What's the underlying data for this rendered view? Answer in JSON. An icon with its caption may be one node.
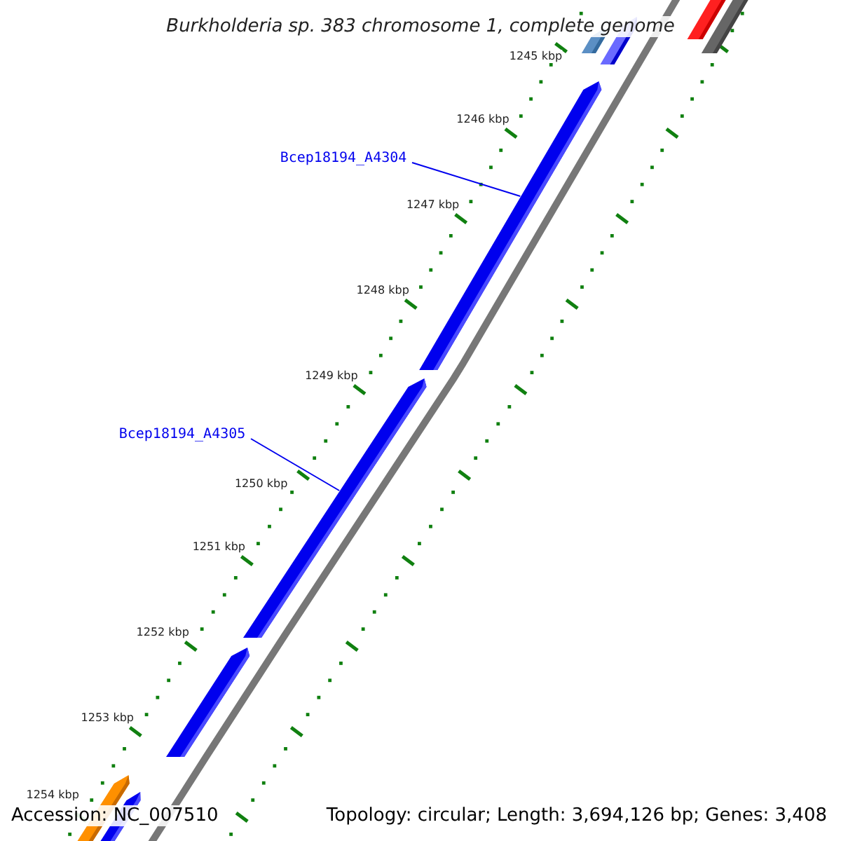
{
  "diagram": {
    "title": "Burkholderia sp. 383 chromosome 1, complete genome",
    "nodes": [
      {
        "text": [
          "Bcep18194_A4304"
        ]
      },
      {
        "text": [],
        "shape": "bar"
      },
      {
        "text": [
          "Bcep18194_A4305"
        ]
      },
      {
        "text": [],
        "shape": "bar"
      }
    ],
    "edges": [
      {
        "from": 0,
        "to": 1,
        "arrow": "none"
      },
      {
        "from": 2,
        "to": 3,
        "arrow": "none"
      }
    ],
    "labels": [
      "1245 kbp",
      "1246 kbp",
      "1247 kbp",
      "1248 kbp",
      "1249 kbp",
      "1250 kbp",
      "1251 kbp",
      "1252 kbp",
      "1253 kbp",
      "1254 kbp",
      "Accession: NC_007510",
      "Topology: circular; Length: 3,694,126 bp; Genes: 3,408"
    ]
  }
}
